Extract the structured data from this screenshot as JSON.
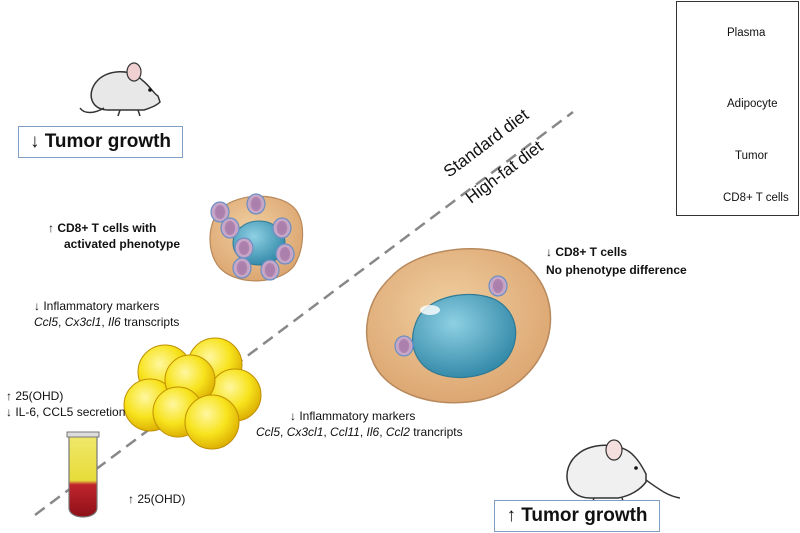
{
  "legend": {
    "items": [
      {
        "label": "Plasma",
        "icon": "plasma-tube-icon"
      },
      {
        "label": "Adipocyte",
        "icon": "adipocyte-icon"
      },
      {
        "label": "Tumor",
        "icon": "tumor-icon"
      },
      {
        "label": "CD8+ T cells",
        "icon": "cd8-t-cell-icon"
      }
    ]
  },
  "divider": {
    "upper_label": "Standard diet",
    "lower_label": "High-fat diet"
  },
  "standard": {
    "outcome": "↓ Tumor growth",
    "tcells_line1": "↑ CD8+ T cells with",
    "tcells_line2": "activated phenotype",
    "inflam_title": "↓ Inflammatory markers",
    "inflam_genes": [
      {
        "text": "Ccl5",
        "italic": true
      },
      {
        "text": ", ",
        "italic": false
      },
      {
        "text": "Cx3cl1",
        "italic": true
      },
      {
        "text": ", ",
        "italic": false
      },
      {
        "text": "Il6",
        "italic": true
      },
      {
        "text": " transcripts",
        "italic": false
      }
    ],
    "plasma_line1": "↑ 25(OHD)",
    "plasma_line2": "↓ IL-6, CCL5 secretion"
  },
  "highfat": {
    "outcome": "↑ Tumor growth",
    "tcells_line1": "↓ CD8+ T cells",
    "tcells_line2": "No phenotype difference",
    "inflam_title": "↓ Inflammatory markers",
    "inflam_genes": [
      {
        "text": "Ccl5",
        "italic": true
      },
      {
        "text": ", ",
        "italic": false
      },
      {
        "text": "Cx3cl1",
        "italic": true
      },
      {
        "text": ", ",
        "italic": false
      },
      {
        "text": "Ccl11",
        "italic": true
      },
      {
        "text": ", ",
        "italic": false
      },
      {
        "text": "Il6",
        "italic": true
      },
      {
        "text": ", ",
        "italic": false
      },
      {
        "text": "Ccl2",
        "italic": true
      },
      {
        "text": " trancripts",
        "italic": false
      }
    ],
    "plasma": "↑ 25(OHD)"
  },
  "colors": {
    "plasma_top": "#e6dc3a",
    "plasma_bottom": "#a3161d",
    "adipocyte": "#f7e31c",
    "tumor_body": "#e2b27c",
    "tumor_nucleus": "#4ea3bd",
    "tcell": "#c7a6c6",
    "box_border": "#7f9fc6"
  }
}
